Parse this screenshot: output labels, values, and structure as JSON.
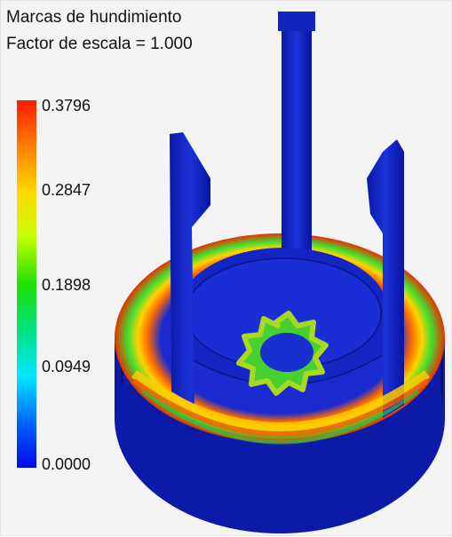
{
  "view": {
    "title": "Marcas de hundimiento",
    "scale_label": "Factor de escala = 1.000"
  },
  "legend": {
    "ticks": [
      "0.3796",
      "0.2847",
      "0.1898",
      "0.0949",
      "0.0000"
    ],
    "colors": {
      "max": "#ff1a00",
      "upper": "#ffd800",
      "mid": "#20e000",
      "lower": "#00e8ff",
      "min": "#0008e8",
      "part": "#0d1fb8"
    }
  }
}
